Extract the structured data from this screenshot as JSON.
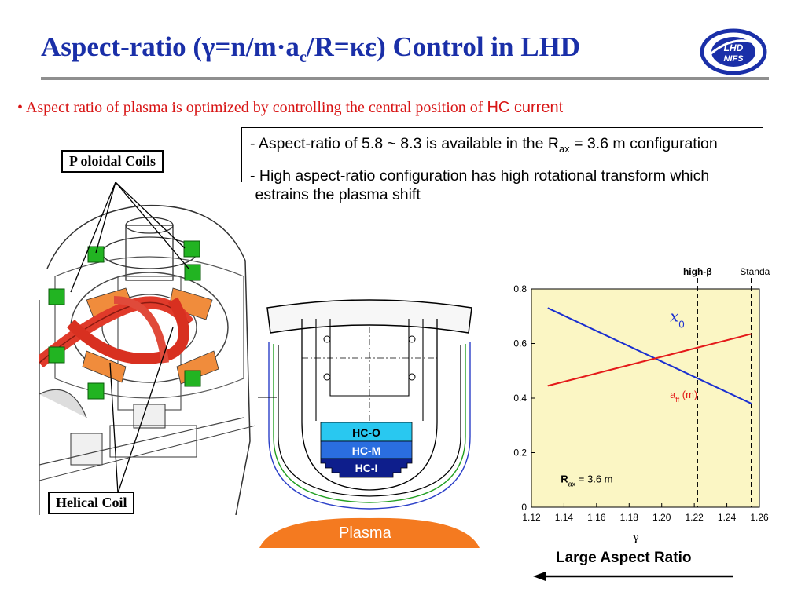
{
  "slide": {
    "title_part1": "Aspect-ratio (γ=n/m·a",
    "title_sub": "c",
    "title_part2": "/R=κε) Control in LHD",
    "logo_text_top": "LHD",
    "logo_text_bottom": "NIFS",
    "bullet_prefix": "• Aspect ratio of plasma is optimized by controlling the central position of ",
    "bullet_suffix": "HC current",
    "info": {
      "line1_pre": "- Aspect-ratio of 5.8 ~ 8.3 is available in the R",
      "line1_sub": "ax",
      "line1_post": " = 3.6 m configuration",
      "line2": "- High aspect-ratio configuration has high rotational transform which restrains the plasma shift"
    },
    "labels": {
      "poloidal": "P oloidal Coils",
      "helical": "Helical Coil",
      "plasma": "Plasma",
      "hc_o": "HC-O",
      "hc_m": "HC-M",
      "hc_i": "HC-I",
      "large_aspect": "Large Aspect Ratio"
    },
    "colors": {
      "title": "#1a2fa8",
      "bullet": "#d81414",
      "coil_green": "#22b422",
      "coil_orange": "#f08c3c",
      "coil_red": "#e03a2a",
      "plasma": "#f47a20",
      "hc_o": "#29c8f0",
      "hc_m": "#2a6ee0",
      "hc_i": "#0e1e8c",
      "plot_bg": "#fbf6c4",
      "x0_line": "#1a2fd0",
      "aff_line": "#e41a1a"
    }
  },
  "chart_data": {
    "type": "line",
    "x": [
      1.13,
      1.255
    ],
    "series": [
      {
        "name": "x0",
        "values": [
          0.73,
          0.38
        ]
      },
      {
        "name": "aff (m)",
        "values": [
          0.445,
          0.635
        ]
      }
    ],
    "xlabel": "γ",
    "ylabel": "",
    "xlim": [
      1.12,
      1.26
    ],
    "ylim": [
      0,
      0.8
    ],
    "xticks": [
      "1.12",
      "1.14",
      "1.16",
      "1.18",
      "1.20",
      "1.22",
      "1.24",
      "1.26"
    ],
    "yticks": [
      "0",
      "0.2",
      "0.4",
      "0.6",
      "0.8"
    ],
    "vlines": [
      {
        "x": 1.222,
        "label": "high-β"
      },
      {
        "x": 1.255,
        "label": "Standard"
      }
    ],
    "series_labels": {
      "x0_main": "x",
      "x0_sub": "0",
      "aff_main": "a",
      "aff_sub": "ff",
      "aff_unit": " (m)"
    },
    "annotation": {
      "main": "R",
      "sub": "ax",
      "rest": " = 3.6 m"
    },
    "grid": false,
    "legend": "none"
  }
}
